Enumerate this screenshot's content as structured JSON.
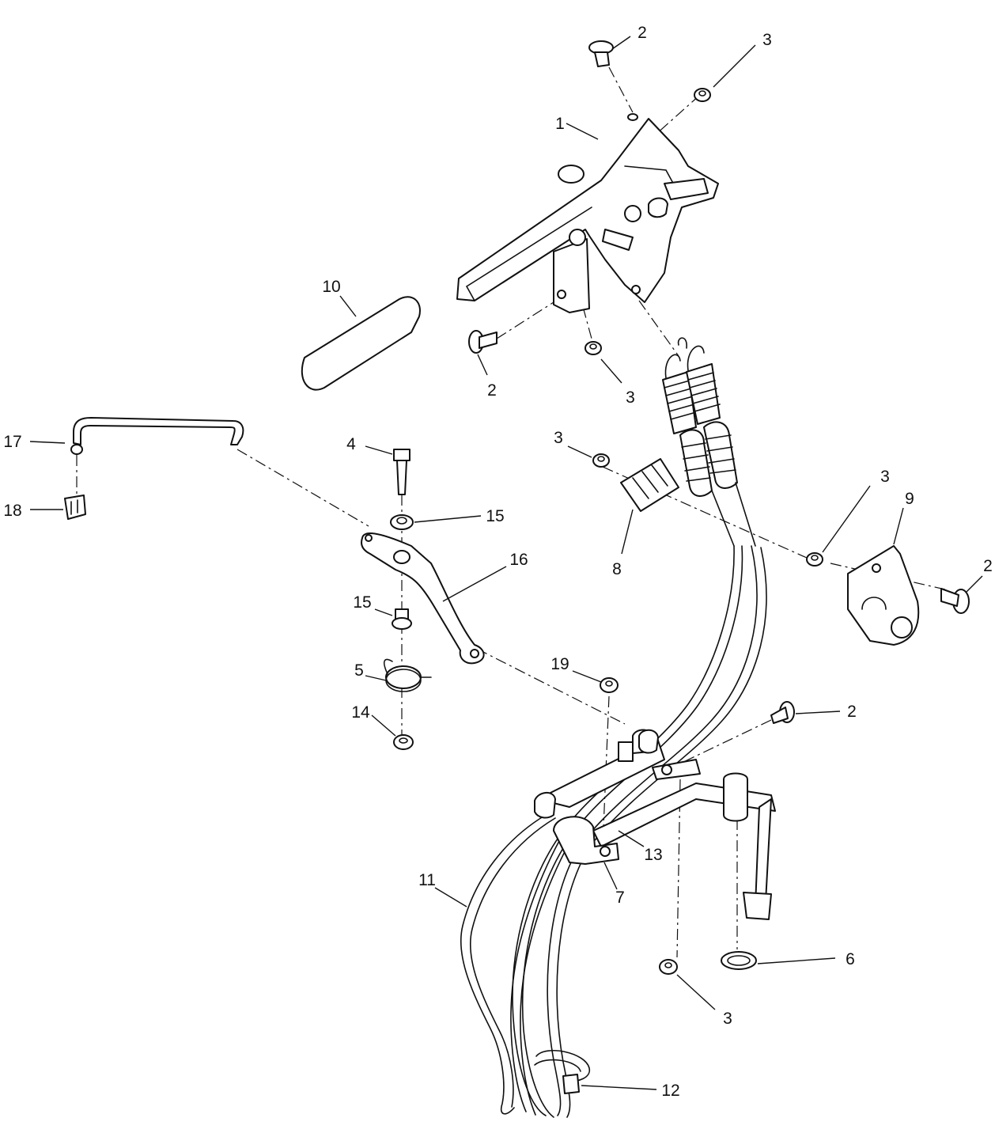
{
  "callouts": [
    {
      "id": "c-2a",
      "label": "2"
    },
    {
      "id": "c-3a",
      "label": "3"
    },
    {
      "id": "c-1",
      "label": "1"
    },
    {
      "id": "c-10",
      "label": "10"
    },
    {
      "id": "c-2b",
      "label": "2"
    },
    {
      "id": "c-3b",
      "label": "3"
    },
    {
      "id": "c-17",
      "label": "17"
    },
    {
      "id": "c-18",
      "label": "18"
    },
    {
      "id": "c-4",
      "label": "4"
    },
    {
      "id": "c-15a",
      "label": "15"
    },
    {
      "id": "c-3c",
      "label": "3"
    },
    {
      "id": "c-3d",
      "label": "3"
    },
    {
      "id": "c-9",
      "label": "9"
    },
    {
      "id": "c-8",
      "label": "8"
    },
    {
      "id": "c-16",
      "label": "16"
    },
    {
      "id": "c-2c",
      "label": "2"
    },
    {
      "id": "c-15b",
      "label": "15"
    },
    {
      "id": "c-19",
      "label": "19"
    },
    {
      "id": "c-5",
      "label": "5"
    },
    {
      "id": "c-14",
      "label": "14"
    },
    {
      "id": "c-2d",
      "label": "2"
    },
    {
      "id": "c-13",
      "label": "13"
    },
    {
      "id": "c-11",
      "label": "11"
    },
    {
      "id": "c-7",
      "label": "7"
    },
    {
      "id": "c-6",
      "label": "6"
    },
    {
      "id": "c-3e",
      "label": "3"
    },
    {
      "id": "c-12",
      "label": "12"
    }
  ]
}
